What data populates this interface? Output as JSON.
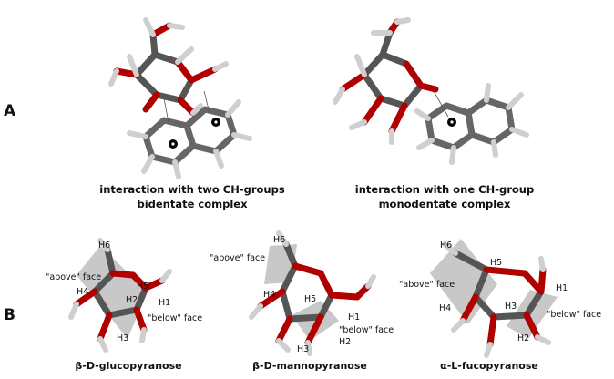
{
  "panels": {
    "A": {
      "letter": "A",
      "left": {
        "caption_line1": "interaction with two CH-groups",
        "caption_line2": "bidentate complex"
      },
      "right": {
        "caption_line1": "interaction with one CH-group",
        "caption_line2": "monodentate complex"
      }
    },
    "B": {
      "letter": "B",
      "glucose": {
        "name": "β-D-glucopyranose",
        "labels": {
          "h6": "H6",
          "above": "\"above\" face",
          "h5": "H5",
          "h4": "H4",
          "h2": "H2",
          "h1": "H1",
          "below": "\"below\" face",
          "h3": "H3"
        }
      },
      "mannose": {
        "name": "β-D-mannopyranose",
        "labels": {
          "h6": "H6",
          "above": "\"above\" face",
          "h4": "H4",
          "h5": "H5",
          "h1": "H1",
          "below": "\"below\" face",
          "h3": "H3",
          "h2": "H2"
        }
      },
      "fucose": {
        "name": "α-L-fucopyranose",
        "labels": {
          "h6": "H6",
          "h5": "H5",
          "above": "\"above\" face",
          "h1": "H1",
          "h3": "H3",
          "h4": "H4",
          "below": "\"below\" face",
          "h2": "H2"
        }
      }
    }
  }
}
